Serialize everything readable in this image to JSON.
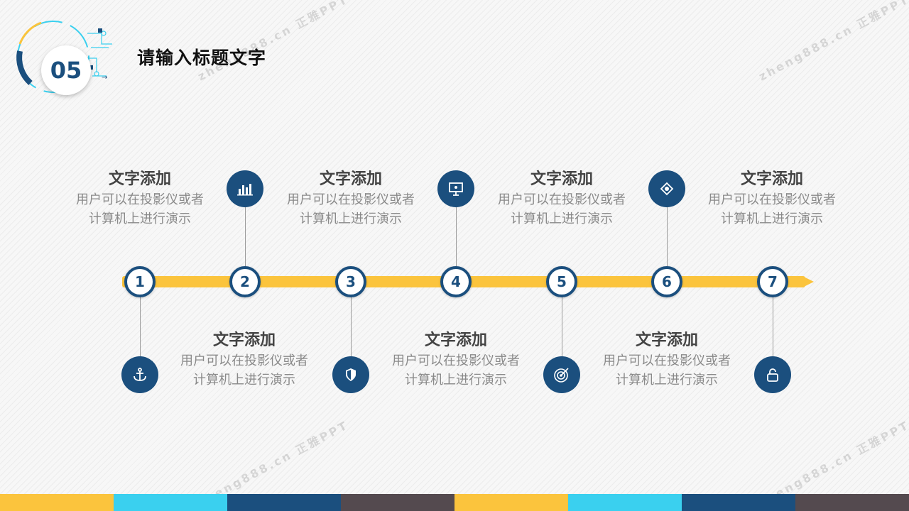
{
  "header": {
    "section_number": "05",
    "title": "请输入标题文字"
  },
  "timeline": {
    "nodes": [
      "1",
      "2",
      "3",
      "4",
      "5",
      "6",
      "7"
    ],
    "bar_color": "#fbc43d",
    "accent_color": "#1b4f7e"
  },
  "items": [
    {
      "title": "文字添加",
      "line1": "用户可以在投影仪或者",
      "line2": "计算机上进行演示"
    },
    {
      "title": "文字添加",
      "line1": "用户可以在投影仪或者",
      "line2": "计算机上进行演示"
    },
    {
      "title": "文字添加",
      "line1": "用户可以在投影仪或者",
      "line2": "计算机上进行演示"
    },
    {
      "title": "文字添加",
      "line1": "用户可以在投影仪或者",
      "line2": "计算机上进行演示"
    },
    {
      "title": "文字添加",
      "line1": "用户可以在投影仪或者",
      "line2": "计算机上进行演示"
    },
    {
      "title": "文字添加",
      "line1": "用户可以在投影仪或者",
      "line2": "计算机上进行演示"
    },
    {
      "title": "文字添加",
      "line1": "用户可以在投影仪或者",
      "line2": "计算机上进行演示"
    }
  ],
  "icons": [
    "bar-chart-icon",
    "presentation-board-icon",
    "leaf-circle-icon",
    "anchor-icon",
    "shield-icon",
    "target-icon",
    "lock-icon"
  ],
  "watermark": {
    "text": "zheng888.cn 正雅PPT"
  },
  "stripe_colors": [
    "#fbc43d",
    "#3ad0ef",
    "#1b4f7e",
    "#544a4f",
    "#fbc43d",
    "#3ad0ef",
    "#1b4f7e",
    "#544a4f"
  ]
}
